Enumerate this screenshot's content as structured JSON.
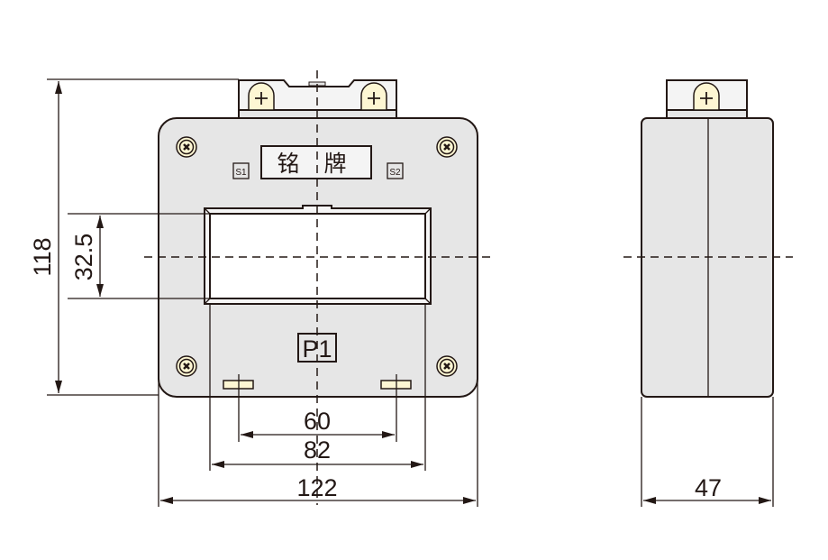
{
  "front_view": {
    "nameplate": "铭 牌",
    "terminal_s1": "S1",
    "terminal_s2": "S2",
    "primary_mark": "P1"
  },
  "dimensions": {
    "height": "118",
    "window_height": "32.5",
    "terminal_spacing": "60",
    "window_width": "82",
    "width": "122",
    "depth": "47"
  },
  "colors": {
    "body": "#e6e6e6",
    "window": "#f6f6f6",
    "terminal": "#fdf6d3",
    "line": "#231815"
  }
}
